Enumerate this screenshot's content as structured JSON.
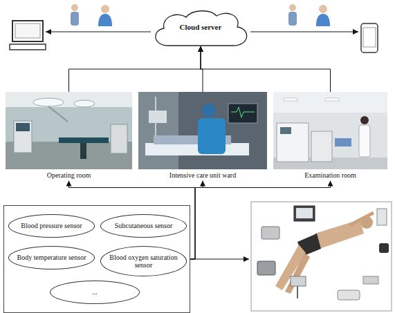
{
  "diagram": {
    "nodes": [
      {
        "text": [
          "Cloud server"
        ]
      },
      {
        "text": [
          "Operating room"
        ]
      },
      {
        "text": [
          "Intensive care unit ward"
        ]
      },
      {
        "text": [
          "Examination room"
        ]
      },
      {
        "text": []
      },
      {
        "text": [
          "Blood pressure sensor"
        ],
        "in": 4
      },
      {
        "text": [
          "Subcutaneous sensor"
        ],
        "in": 4
      },
      {
        "text": [
          "Body temperature sensor"
        ],
        "in": 4
      },
      {
        "text": [
          "Blood oxygen saturation sensor"
        ],
        "in": 4
      },
      {
        "text": [
          "..."
        ],
        "in": 4
      }
    ],
    "edges": [
      {
        "from": 1,
        "to": 0,
        "arrow": "to"
      },
      {
        "from": 2,
        "to": 0,
        "arrow": "to"
      },
      {
        "from": 3,
        "to": 0,
        "arrow": "to"
      },
      {
        "from": 4,
        "to": 1,
        "arrow": "to"
      },
      {
        "from": 4,
        "to": 2,
        "arrow": "to"
      },
      {
        "from": 4,
        "to": 3,
        "arrow": "to"
      }
    ]
  }
}
